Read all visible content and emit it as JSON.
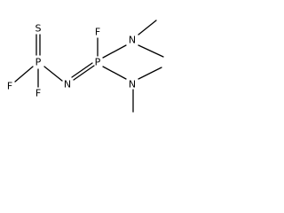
{
  "molecule": {
    "atoms": {
      "s1": "S",
      "p1": "P",
      "f1": "F",
      "f2": "F",
      "n1": "N",
      "p2": "P",
      "f3": "F",
      "n2": "N",
      "n3": "N"
    },
    "bonds": [
      {
        "from": "S",
        "to": "P",
        "order": 2
      },
      {
        "from": "P",
        "to": "F",
        "order": 1
      },
      {
        "from": "P",
        "to": "F",
        "order": 1
      },
      {
        "from": "P",
        "to": "N",
        "order": 1
      },
      {
        "from": "N",
        "to": "P",
        "order": 2
      },
      {
        "from": "P",
        "to": "F",
        "order": 1
      },
      {
        "from": "P",
        "to": "N",
        "order": 1
      },
      {
        "from": "P",
        "to": "N",
        "order": 1
      },
      {
        "from": "N",
        "to": "CH3",
        "order": 1
      },
      {
        "from": "N",
        "to": "CH3",
        "order": 1
      },
      {
        "from": "N",
        "to": "CH3",
        "order": 1
      },
      {
        "from": "N",
        "to": "CH3",
        "order": 1
      }
    ]
  }
}
